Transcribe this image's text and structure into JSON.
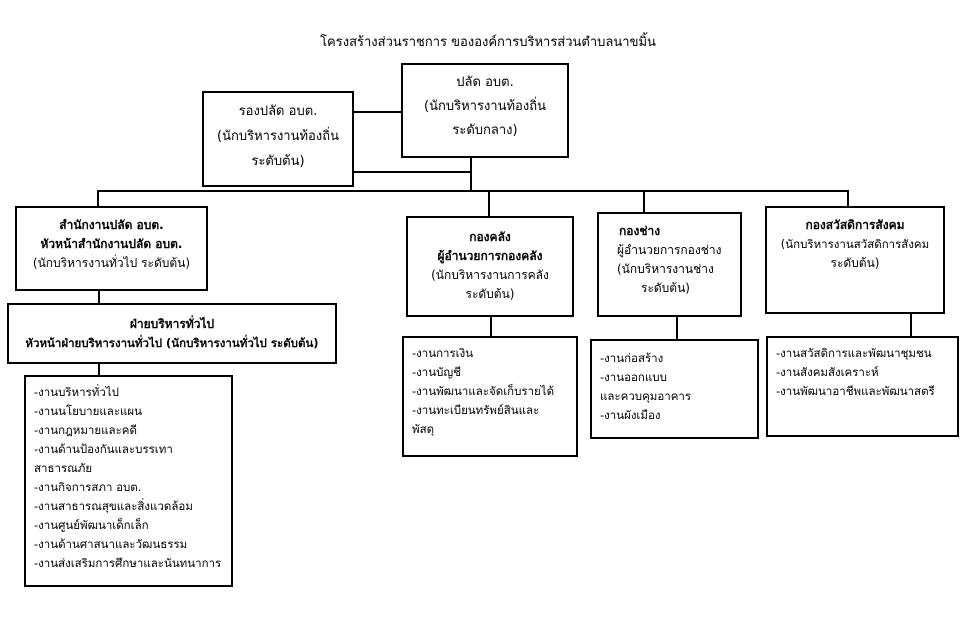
{
  "title": "โครงสร้างส่วนราชการ   ขององค์การบริหารส่วนตำบลนาขมิ้น",
  "palat": {
    "line1": "ปลัด อบต.",
    "line2": "(นักบริหารงานท้องถิ่น",
    "line3": "ระดับกลาง)"
  },
  "rong_palat": {
    "line1": "รองปลัด อบต.",
    "line2": "(นักบริหารงานท้องถิ่น",
    "line3": "ระดับต้น)"
  },
  "office": {
    "line1": "สำนักงานปลัด อบต.",
    "line2": "หัวหน้าสำนักงานปลัด อบต.",
    "line3": "(นักบริหารงานทั่วไป ระดับต้น)"
  },
  "admin": {
    "line1": "ฝ่ายบริหารทั่วไป",
    "line2": "หัวหน้าฝ่ายบริหารงานทั่วไป (นักบริหารงานทั่วไป ระดับต้น)"
  },
  "admin_tasks": [
    "-งานบริหารทั่วไป",
    "-งานนโยบายและแผน",
    "-งานกฎหมายและคดี",
    "-งานด้านป้องกันและบรรเทา",
    " สาธารณภัย",
    "-งานกิจการสภา อบต.",
    "-งานสาธารณสุขและสิ่งแวดล้อม",
    "-งานศูนย์พัฒนาเด็กเล็ก",
    "-งานด้านศาสนาและวัฒนธรรม",
    "-งานส่งเสริมการศึกษาและนันทนาการ"
  ],
  "finance": {
    "line1": "กองคลัง",
    "line2": "ผู้อำนวยการกองคลัง",
    "line3": "(นักบริหารงานการคลัง",
    "line4": "ระดับต้น)"
  },
  "finance_tasks": [
    "-งานการเงิน",
    "-งานบัญชี",
    "-งานพัฒนาและจัดเก็บรายได้",
    "-งานทะเบียนทรัพย์สินและ",
    "พัสดุ"
  ],
  "engineering": {
    "line1": "กองช่าง",
    "line2": "ผู้อำนวยการกองช่าง",
    "line3": "(นักบริหารงานช่าง",
    "line4": "ระดับต้น)"
  },
  "engineering_tasks": [
    "-งานก่อสร้าง",
    "-งานออกแบบ",
    "และควบคุมอาคาร",
    "-งานผังเมือง"
  ],
  "welfare": {
    "line1": "กองสวัสดิการสังคม",
    "line2": "(นักบริหารงานสวัสดิการสังคม",
    "line3": "ระดับต้น)"
  },
  "welfare_tasks": [
    "-งานสวัสดิการและพัฒนาชุมชน",
    "-งานสังคมสังเคราะห์",
    "-งานพัฒนาอาชีพและพัฒนาสตรี"
  ]
}
